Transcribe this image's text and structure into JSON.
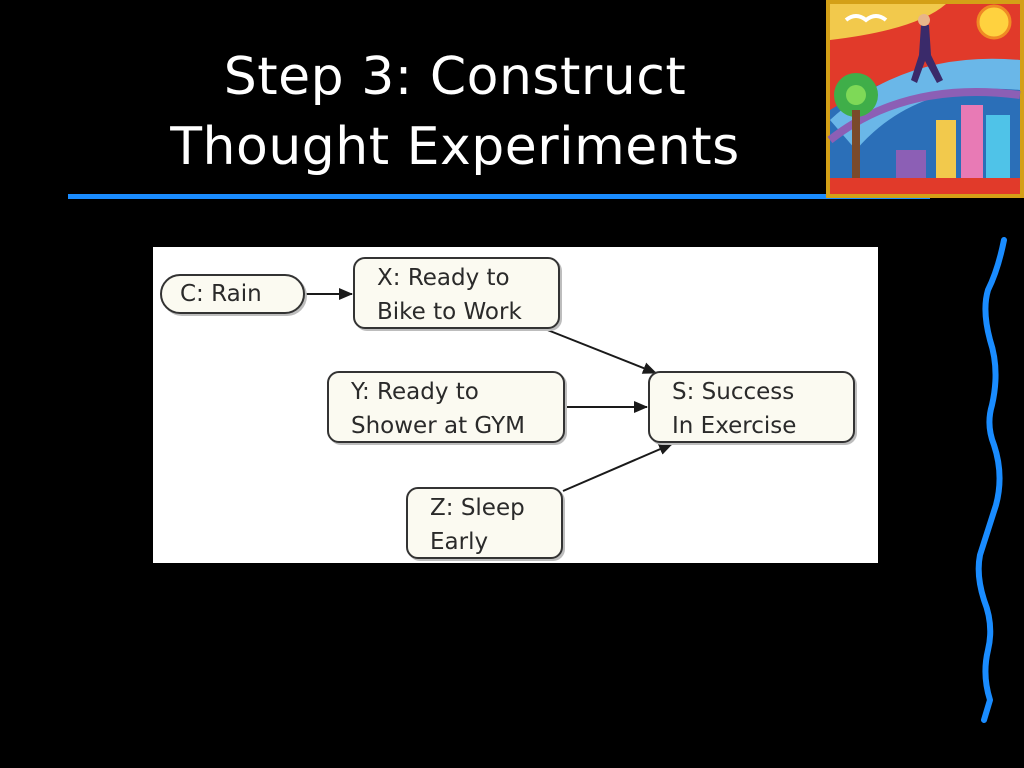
{
  "slide": {
    "title_line1": "Step 3:  Construct",
    "title_line2": "Thought Experiments"
  },
  "colors": {
    "background": "#000000",
    "title_text": "#ffffff",
    "accent_blue": "#1a8cff",
    "diagram_background": "#ffffff",
    "node_fill": "#fbfaf1",
    "node_border": "#333333"
  },
  "corner_art": {
    "icon": "person-walking-city-sun-illustration"
  },
  "diagram": {
    "nodes": [
      {
        "id": "C",
        "line1": "C:  Rain",
        "line2": ""
      },
      {
        "id": "X",
        "line1": "X:  Ready to",
        "line2": "Bike to Work"
      },
      {
        "id": "Y",
        "line1": "Y:  Ready to",
        "line2": "Shower at GYM"
      },
      {
        "id": "S",
        "line1": "S:  Success",
        "line2": "In Exercise"
      },
      {
        "id": "Z",
        "line1": "Z:  Sleep",
        "line2": "Early"
      }
    ],
    "edges": [
      {
        "from": "C",
        "to": "X"
      },
      {
        "from": "X",
        "to": "S"
      },
      {
        "from": "Y",
        "to": "S"
      },
      {
        "from": "Z",
        "to": "S"
      }
    ]
  }
}
